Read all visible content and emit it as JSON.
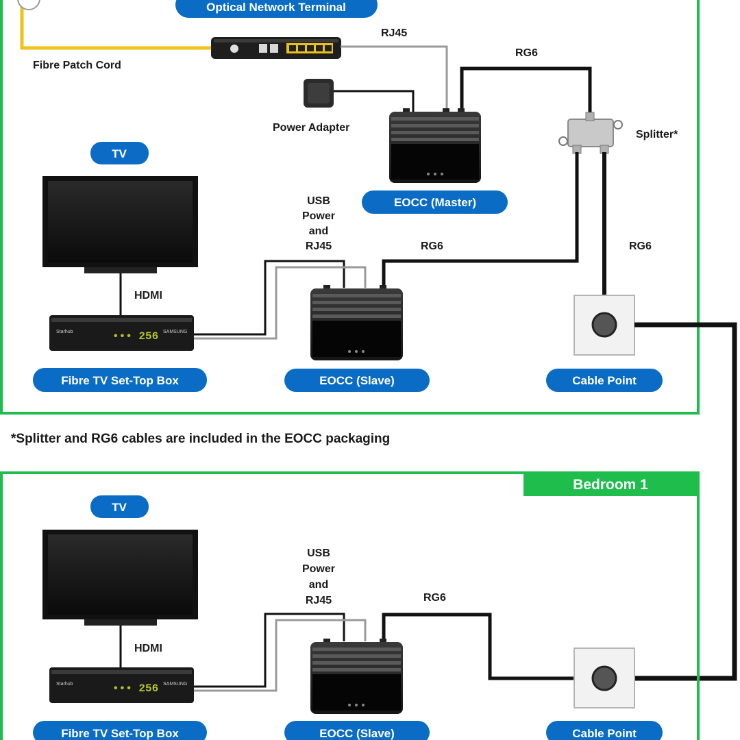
{
  "labels": {
    "ont": "Optical Network Terminal",
    "fibre_patch_cord": "Fibre Patch Cord",
    "rj45": "RJ45",
    "rg6_top": "RG6",
    "power_adapter": "Power Adapter",
    "splitter": "Splitter*",
    "eocc_master": "EOCC (Master)",
    "tv": "TV",
    "usb_power_rj45": [
      "USB",
      "Power",
      "and",
      "RJ45"
    ],
    "rg6": "RG6",
    "hdmi": "HDMI",
    "set_top_box": "Fibre TV Set-Top Box",
    "eocc_slave": "EOCC (Slave)",
    "cable_point": "Cable Point"
  },
  "note": "*Splitter and RG6 cables are included in the EOCC packaging",
  "bedroom": {
    "title": "Bedroom 1",
    "tv": "TV",
    "usb_power_rj45": [
      "USB",
      "Power",
      "and",
      "RJ45"
    ],
    "rg6": "RG6",
    "hdmi": "HDMI",
    "set_top_box": "Fibre TV Set-Top Box",
    "eocc_slave": "EOCC (Slave)",
    "cable_point": "Cable Point"
  },
  "colors": {
    "pill_blue": "#0a6cc4",
    "room_green": "#1ebd4c",
    "fibre_yellow": "#f3c21a",
    "cable_black": "#111111",
    "rj45_grey": "#9a9a9a"
  }
}
